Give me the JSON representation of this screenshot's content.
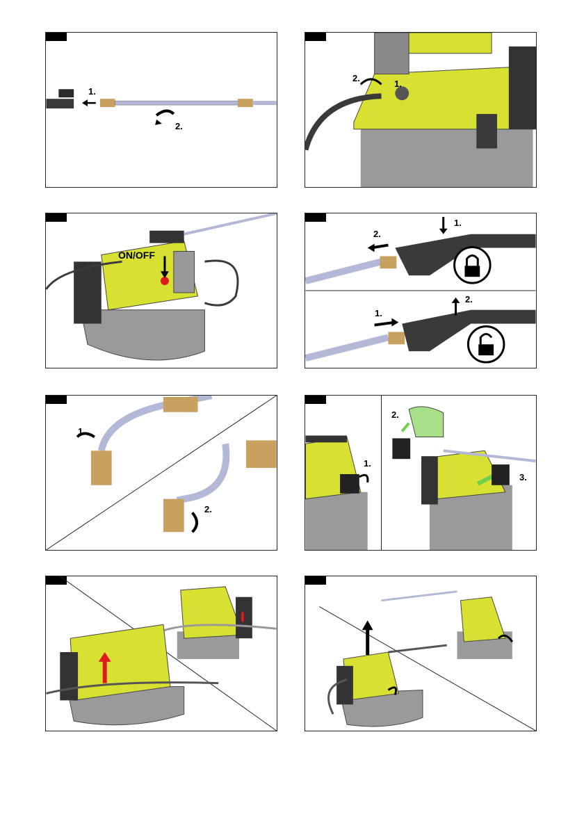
{
  "panels": [
    {
      "id": "p1",
      "labels": [
        "1.",
        "2."
      ]
    },
    {
      "id": "p2",
      "labels": [
        "2.",
        "1."
      ]
    },
    {
      "id": "p3",
      "labels": [
        "ON/OFF"
      ]
    },
    {
      "id": "p4",
      "labels": [
        "1.",
        "2.",
        "1.",
        "2."
      ]
    },
    {
      "id": "p5",
      "labels": [
        "1.",
        "2."
      ]
    },
    {
      "id": "p6",
      "labels": [
        "2.",
        "1.",
        "3."
      ]
    },
    {
      "id": "p7",
      "labels": []
    },
    {
      "id": "p8",
      "labels": []
    }
  ],
  "icons": {
    "lock": "lock-closed-icon",
    "unlock": "lock-open-icon"
  },
  "colors": {
    "body": "#d8e032",
    "tank": "#9a9a9a",
    "hose": "#3a3a3a",
    "lance": "#b3b8d6",
    "brass": "#c8a060",
    "arrow": "#000000",
    "red": "#e0191e",
    "green": "#6fcf4f"
  }
}
